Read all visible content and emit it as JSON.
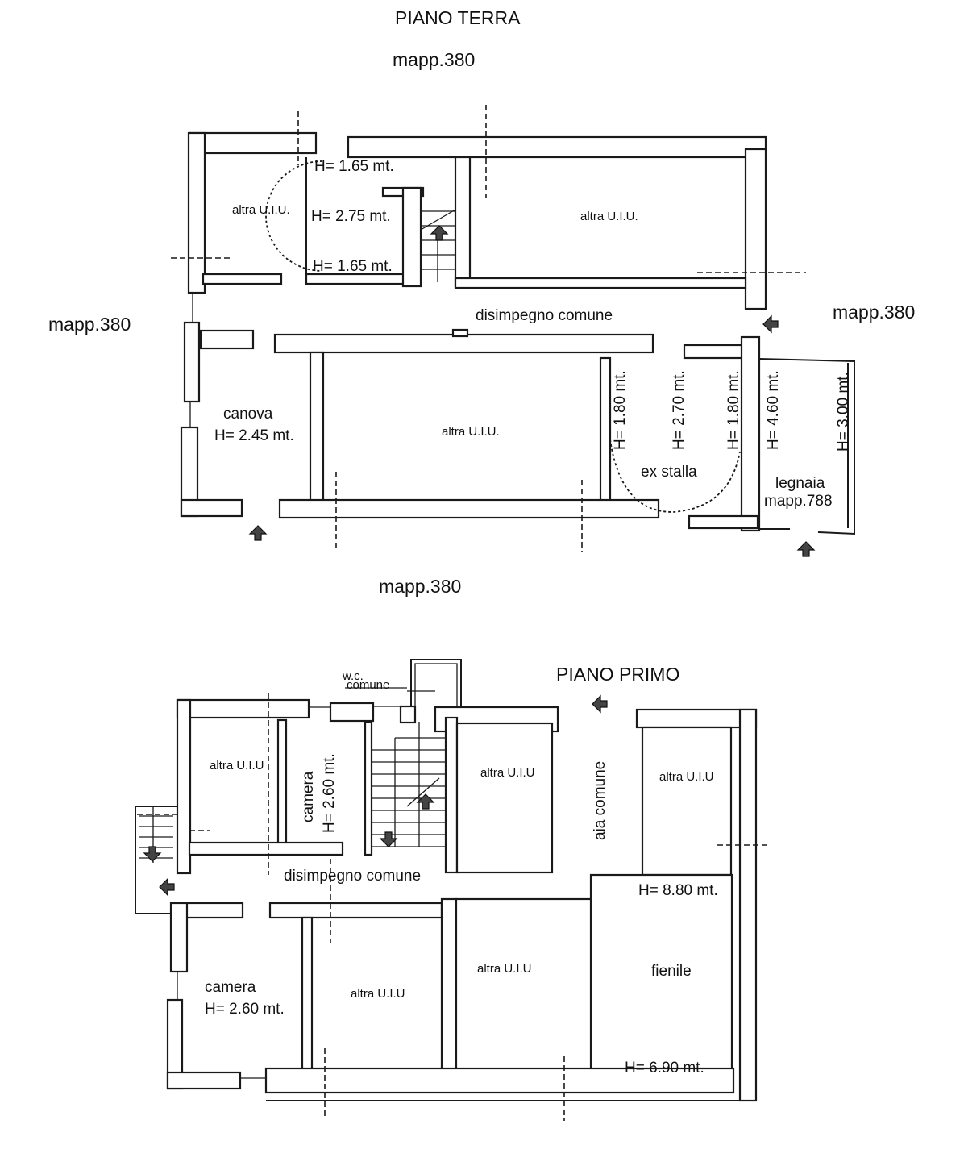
{
  "ground_floor": {
    "title": "PIANO TERRA",
    "mapp_top": "mapp.380",
    "mapp_left": "mapp.380",
    "mapp_right": "mapp.380",
    "mapp_bottom": "mapp.380",
    "rooms": {
      "altra_uiu_1": "altra U.I.U.",
      "altra_uiu_2": "altra U.I.U.",
      "altra_uiu_3": "altra U.I.U.",
      "disimpegno": "disimpegno comune",
      "canova": "canova",
      "canova_h": "H= 2.45 mt.",
      "ex_stalla": "ex stalla",
      "legnaia": "legnaia",
      "legnaia_mapp": "mapp.788"
    },
    "heights": {
      "h_165_top": "H= 1.65 mt.",
      "h_275": "H= 2.75 mt.",
      "h_165_bottom": "H= 1.65 mt.",
      "h_180_left": "H= 1.80 mt.",
      "h_270": "H= 2.70 mt.",
      "h_180_right": "H= 1.80 mt.",
      "h_460": "H= 4.60 mt.",
      "h_300": "H= 3.00 mt."
    }
  },
  "first_floor": {
    "title": "PIANO PRIMO",
    "rooms": {
      "wc_1": "w.c.",
      "wc_2": "comune",
      "altra_uiu_1": "altra U.I.U",
      "camera_top": "camera",
      "camera_top_h": "H= 2.60 mt.",
      "altra_uiu_2": "altra U.I.U",
      "aia_comune": "aia comune",
      "altra_uiu_3": "altra U.I.U",
      "disimpegno": "disimpegno comune",
      "h_880": "H= 8.80 mt.",
      "camera_bottom": "camera",
      "camera_bottom_h": "H= 2.60 mt.",
      "altra_uiu_4": "altra U.I.U",
      "altra_uiu_5": "altra U.I.U",
      "fienile": "fienile",
      "h_690": "H= 6.90 mt."
    }
  }
}
